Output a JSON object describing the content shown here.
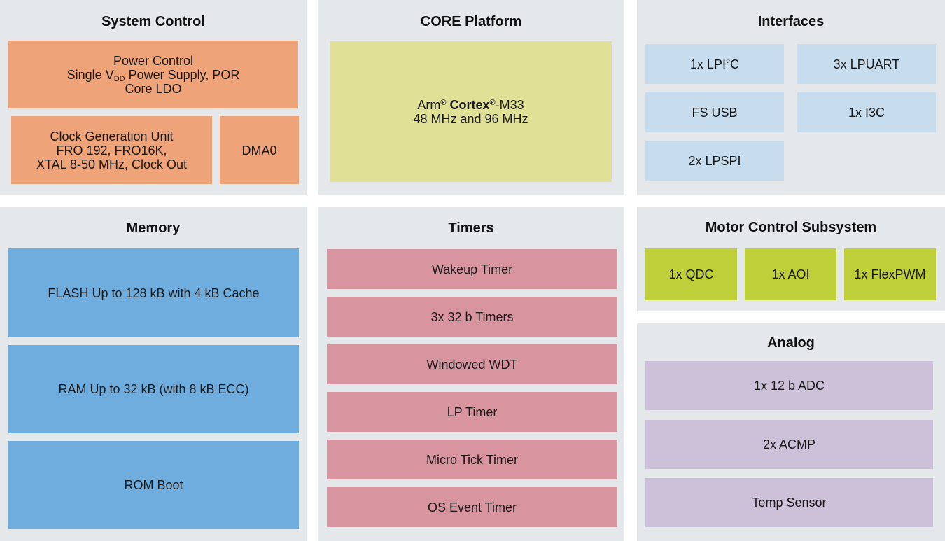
{
  "colors": {
    "panel_bg": "#e4e8eb",
    "system_control": "#eea379",
    "core_platform": "#e0e197",
    "interfaces": "#c7ddee",
    "memory": "#6eaddd",
    "timers": "#d9959f",
    "motor_control": "#bfcf3a",
    "analog": "#cdc1da"
  },
  "system_control": {
    "title": "System Control",
    "power": {
      "line1": "Power Control",
      "line2_pre": "Single V",
      "line2_sub": "DD",
      "line2_post": " Power Supply, POR",
      "line3": "Core LDO"
    },
    "clock": {
      "line1": "Clock Generation Unit",
      "line2": "FRO 192, FRO16K,",
      "line3": "XTAL 8-50 MHz, Clock Out"
    },
    "dma": "DMA0"
  },
  "core": {
    "title": "CORE Platform",
    "cpu": {
      "arm": "Arm",
      "reg": "®",
      "cortex": " Cortex",
      "reg2": "®",
      "model": "-M33",
      "freq": "48 MHz and 96 MHz"
    }
  },
  "interfaces": {
    "title": "Interfaces",
    "lpi2c_pre": "1x LPI",
    "lpi2c_sup": "2",
    "lpi2c_post": "C",
    "items": [
      "3x LPUART",
      "FS USB",
      "1x I3C",
      "2x LPSPI"
    ]
  },
  "memory": {
    "title": "Memory",
    "items": [
      "FLASH Up to 128 kB with 4 kB Cache",
      "RAM Up to 32 kB (with 8 kB ECC)",
      "ROM Boot"
    ]
  },
  "timers": {
    "title": "Timers",
    "items": [
      "Wakeup Timer",
      "3x 32 b Timers",
      "Windowed WDT",
      "LP Timer",
      "Micro Tick Timer",
      "OS Event Timer"
    ]
  },
  "motor_control": {
    "title": "Motor Control Subsystem",
    "items": [
      "1x QDC",
      "1x AOI",
      "1x FlexPWM"
    ]
  },
  "analog": {
    "title": "Analog",
    "items": [
      "1x 12 b ADC",
      "2x ACMP",
      "Temp Sensor"
    ]
  }
}
